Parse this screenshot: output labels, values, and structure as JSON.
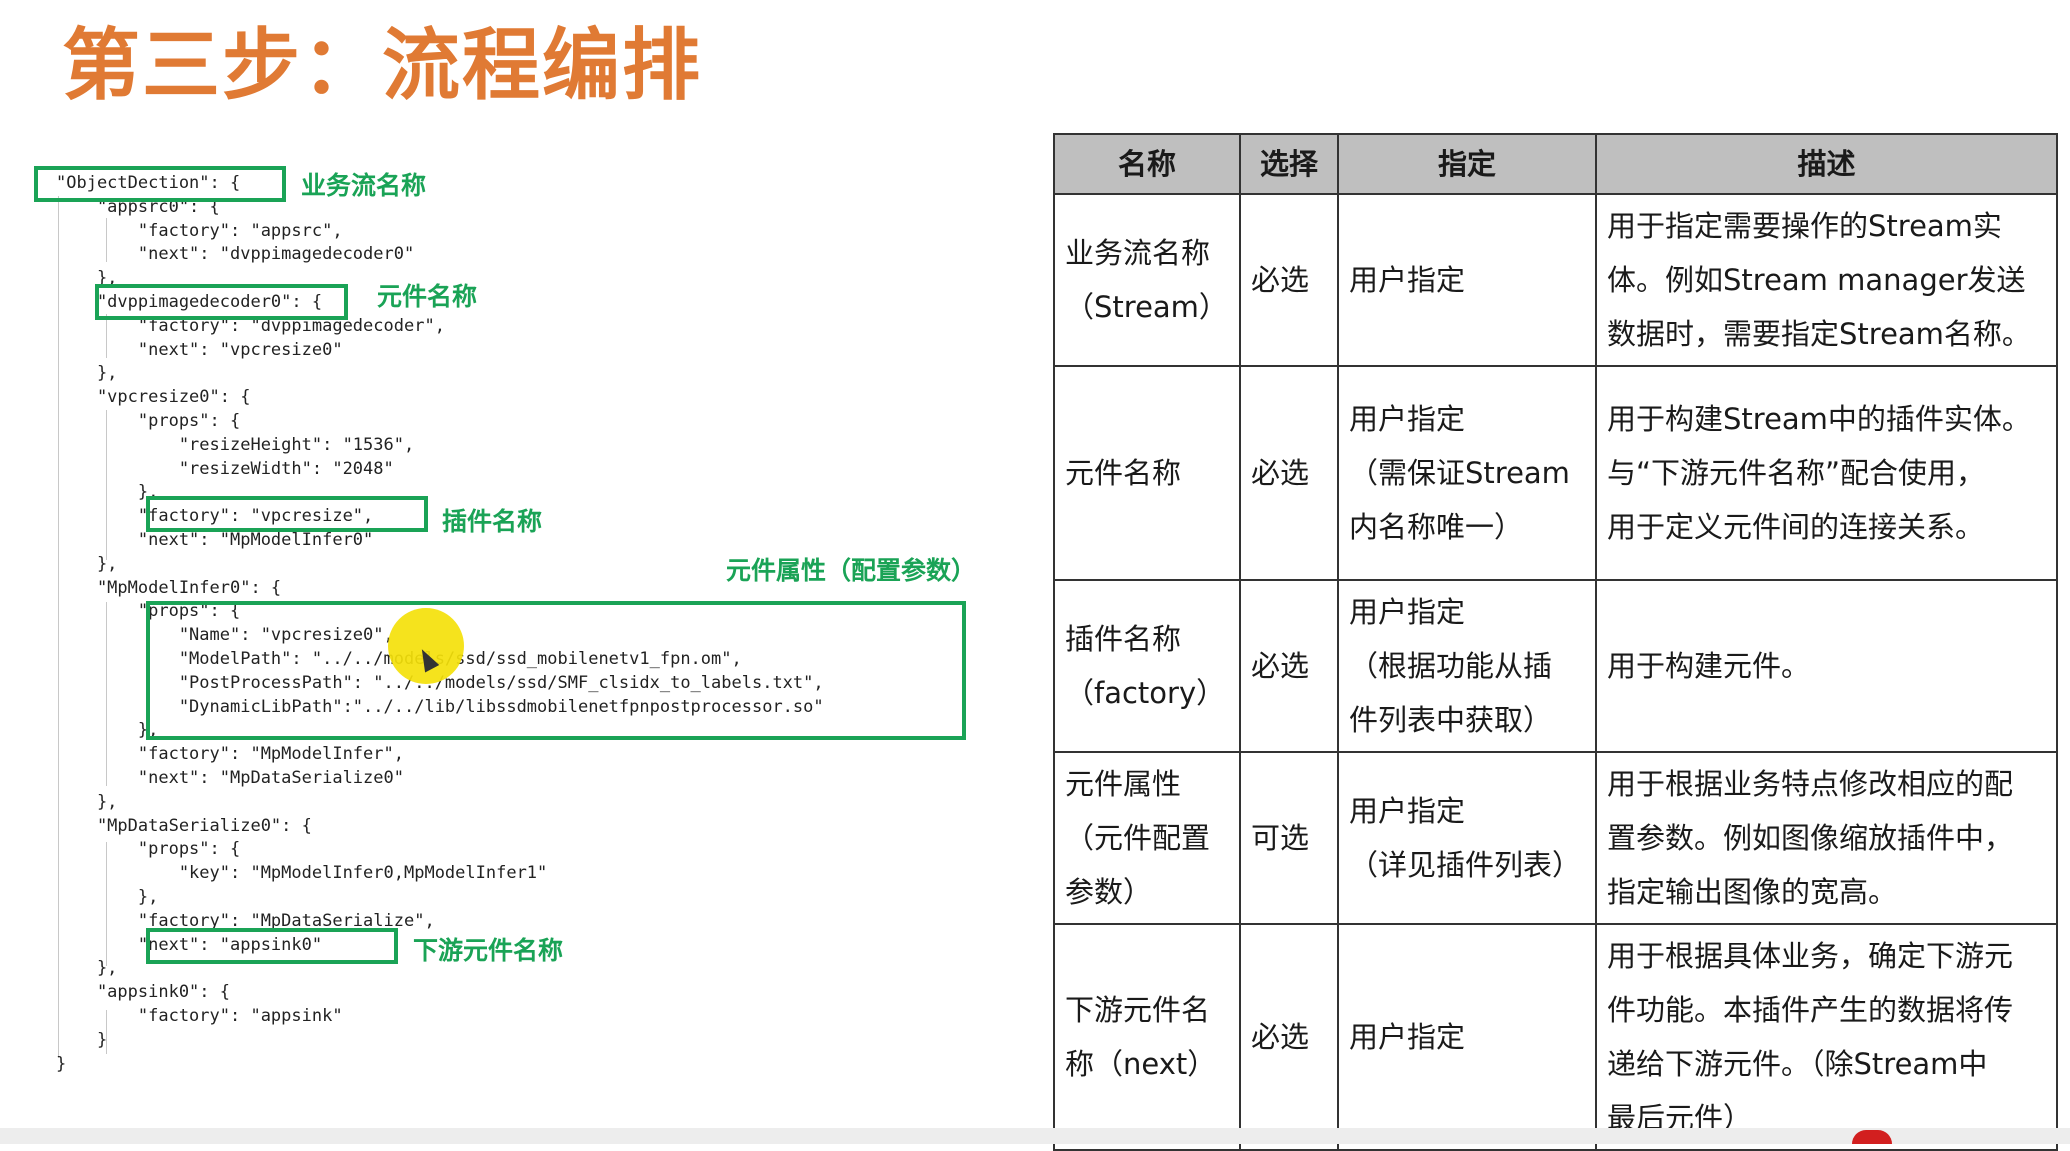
{
  "title": "第三步：流程编排",
  "code_lines": [
    "\"ObjectDection\": {",
    "    \"appsrc0\": {",
    "        \"factory\": \"appsrc\",",
    "        \"next\": \"dvppimagedecoder0\"",
    "    },",
    "    \"dvppimagedecoder0\": {",
    "        \"factory\": \"dvppimagedecoder\",",
    "        \"next\": \"vpcresize0\"",
    "    },",
    "    \"vpcresize0\": {",
    "        \"props\": {",
    "            \"resizeHeight\": \"1536\",",
    "            \"resizeWidth\": \"2048\"",
    "        },",
    "        \"factory\": \"vpcresize\",",
    "        \"next\": \"MpModelInfer0\"",
    "    },",
    "    \"MpModelInfer0\": {",
    "        \"props\": {",
    "            \"Name\": \"vpcresize0\",",
    "            \"ModelPath\": \"../../models/ssd/ssd_mobilenetv1_fpn.om\",",
    "            \"PostProcessPath\": \"../../models/ssd/SMF_clsidx_to_labels.txt\",",
    "            \"DynamicLibPath\":\"../../lib/libssdmobilenetfpnpostprocessor.so\"",
    "        },",
    "        \"factory\": \"MpModelInfer\",",
    "        \"next\": \"MpDataSerialize0\"",
    "    },",
    "    \"MpDataSerialize0\": {",
    "        \"props\": {",
    "            \"key\": \"MpModelInfer0,MpModelInfer1\"",
    "        },",
    "        \"factory\": \"MpDataSerialize\",",
    "        \"next\": \"appsink0\"",
    "    },",
    "    \"appsink0\": {",
    "        \"factory\": \"appsink\"",
    "    }",
    "}"
  ],
  "annotations": {
    "stream_name": "业务流名称",
    "element_name": "元件名称",
    "plugin_name": "插件名称",
    "element_props": "元件属性（配置参数）",
    "downstream_name": "下游元件名称"
  },
  "table": {
    "headers": [
      "名称",
      "选择",
      "指定",
      "描述"
    ],
    "rows": [
      {
        "name": [
          "业务流名称",
          "（Stream）"
        ],
        "choice": "必选",
        "spec": [
          "用户指定"
        ],
        "desc": [
          "用于指定需要操作的Stream实",
          "体。例如Stream manager发送",
          "数据时，需要指定Stream名称。"
        ]
      },
      {
        "name": [
          "元件名称"
        ],
        "choice": "必选",
        "spec": [
          "用户指定",
          "（需保证Stream",
          "内名称唯一）"
        ],
        "desc": [
          "用于构建Stream中的插件实体。",
          "与“下游元件名称”配合使用，",
          "用于定义元件间的连接关系。"
        ]
      },
      {
        "name": [
          "插件名称",
          "（factory）"
        ],
        "choice": "必选",
        "spec": [
          "用户指定",
          "（根据功能从插",
          "件列表中获取）"
        ],
        "desc": [
          "用于构建元件。"
        ]
      },
      {
        "name": [
          "元件属性",
          "（元件配置",
          "参数）"
        ],
        "choice": "可选",
        "spec": [
          "用户指定",
          "（详见插件列表）"
        ],
        "desc": [
          "用于根据业务特点修改相应的配",
          "置参数。例如图像缩放插件中，",
          "指定输出图像的宽高。"
        ]
      },
      {
        "name": [
          "下游元件名",
          "称（next）"
        ],
        "choice": "必选",
        "spec": [
          "用户指定"
        ],
        "desc": [
          "用于根据具体业务，确定下游元",
          "件功能。本插件产生的数据将传",
          "递给下游元件。（除Stream中",
          "最后元件）"
        ]
      }
    ]
  }
}
